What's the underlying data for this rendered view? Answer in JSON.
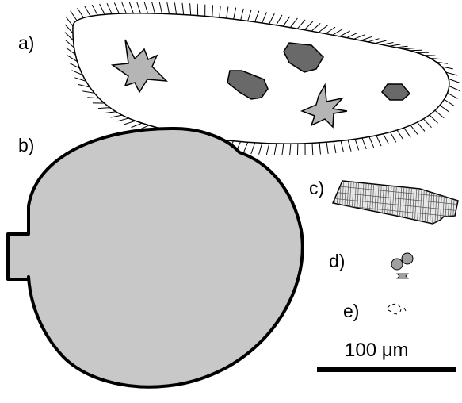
{
  "panels": {
    "a": {
      "label": "a)"
    },
    "b": {
      "label": "b)"
    },
    "c": {
      "label": "c)"
    },
    "d": {
      "label": "d)"
    },
    "e": {
      "label": "e)"
    }
  },
  "scale_bar": {
    "label": "100 μm"
  },
  "colors": {
    "outline": "#000000",
    "cell_fill": "#ffffff",
    "vacuole_dark": "#696969",
    "star_fill": "#b5b5b5",
    "large_cell_fill": "#c8c8c8",
    "sphere_fill": "#a0a0a0"
  }
}
